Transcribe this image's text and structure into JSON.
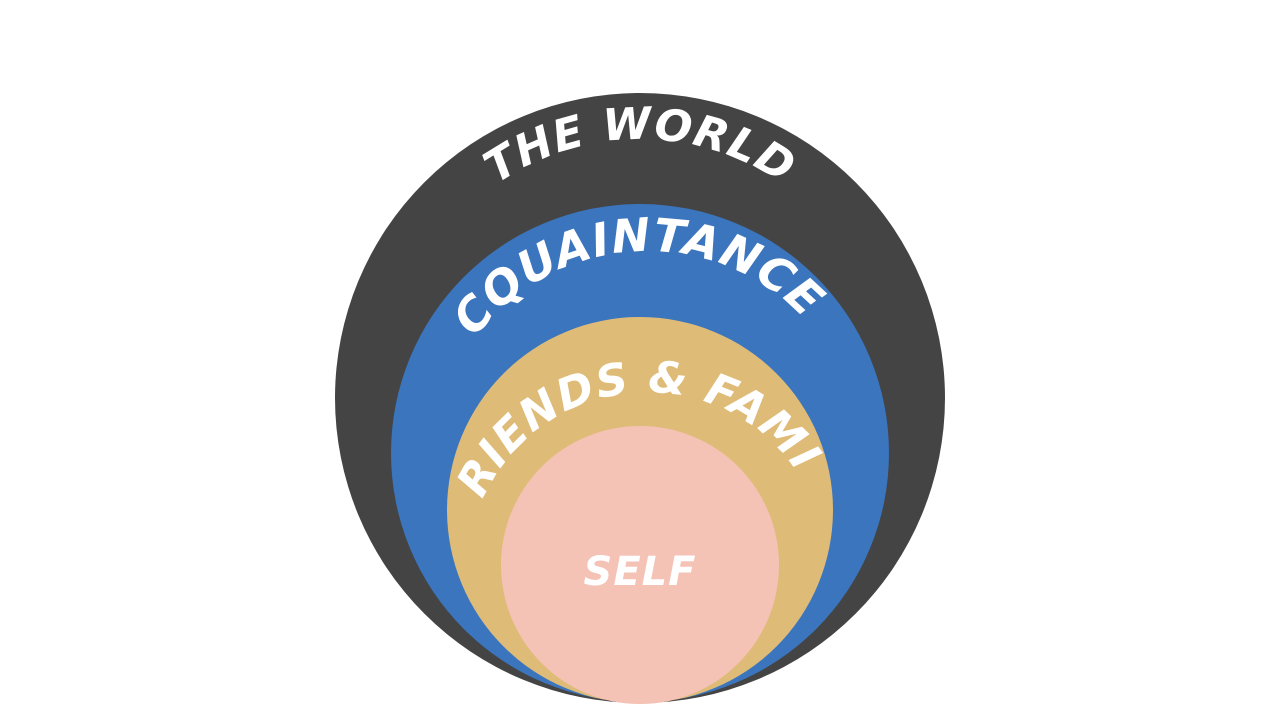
{
  "diagram": {
    "rings": [
      {
        "id": "world",
        "label": "THE WORLD",
        "color": "#444444"
      },
      {
        "id": "acquaintances",
        "label": "ACQUAINTANCES",
        "color": "#3b75bd"
      },
      {
        "id": "friends_family",
        "label": "FRIENDS & FAMILY",
        "color": "#dfbb78"
      },
      {
        "id": "self",
        "label": "SELF",
        "color": "#f5c2b6"
      }
    ],
    "text_color": "#ffffff"
  }
}
